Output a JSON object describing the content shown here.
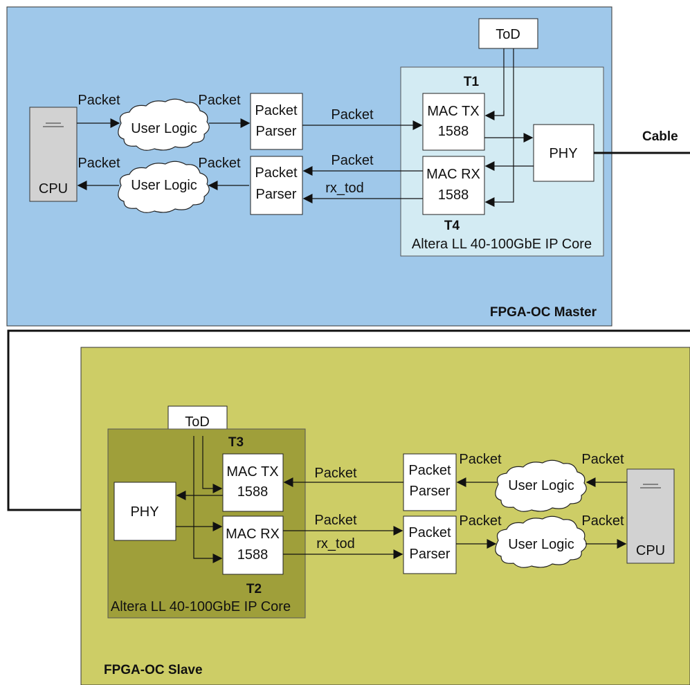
{
  "colors": {
    "master_bg": "#9fc8ea",
    "master_core_bg": "#d3ebf3",
    "slave_bg": "#cdcd66",
    "slave_core_bg": "#9f9f3a",
    "cpu_fill": "#d2d2d2"
  },
  "master": {
    "title": "FPGA-OC Master",
    "tod": "ToD",
    "core_label": "Altera LL 40-100GbE IP Core",
    "t1": "T1",
    "t4": "T4",
    "mac_tx": [
      "MAC TX",
      "1588"
    ],
    "mac_rx": [
      "MAC RX",
      "1588"
    ],
    "phy": "PHY",
    "parser_top": [
      "Packet",
      "Parser"
    ],
    "parser_bottom": [
      "Packet",
      "Parser"
    ],
    "user_logic_top": "User Logic",
    "user_logic_bottom": "User Logic",
    "cpu": "CPU",
    "labels": {
      "cpu_to_ul": "Packet",
      "ul_to_parser": "Packet",
      "ul_to_cpu": "Packet",
      "parser_to_ul": "Packet",
      "parser_to_mactx": "Packet",
      "macrx_to_parser": "Packet",
      "rx_tod": "rx_tod"
    }
  },
  "cable": "Cable",
  "slave": {
    "title": "FPGA-OC Slave",
    "tod": "ToD",
    "core_label": "Altera LL 40-100GbE IP Core",
    "t3": "T3",
    "t2": "T2",
    "mac_tx": [
      "MAC TX",
      "1588"
    ],
    "mac_rx": [
      "MAC RX",
      "1588"
    ],
    "phy": "PHY",
    "parser_top": [
      "Packet",
      "Parser"
    ],
    "parser_bottom": [
      "Packet",
      "Parser"
    ],
    "user_logic_top": "User Logic",
    "user_logic_bottom": "User Logic",
    "cpu": "CPU",
    "labels": {
      "parser_to_mactx": "Packet",
      "macrx_to_parser": "Packet",
      "rx_tod": "rx_tod",
      "ul_to_parser": "Packet",
      "cpu_to_ul": "Packet",
      "parser_to_ul": "Packet",
      "ul_to_cpu": "Packet"
    }
  }
}
